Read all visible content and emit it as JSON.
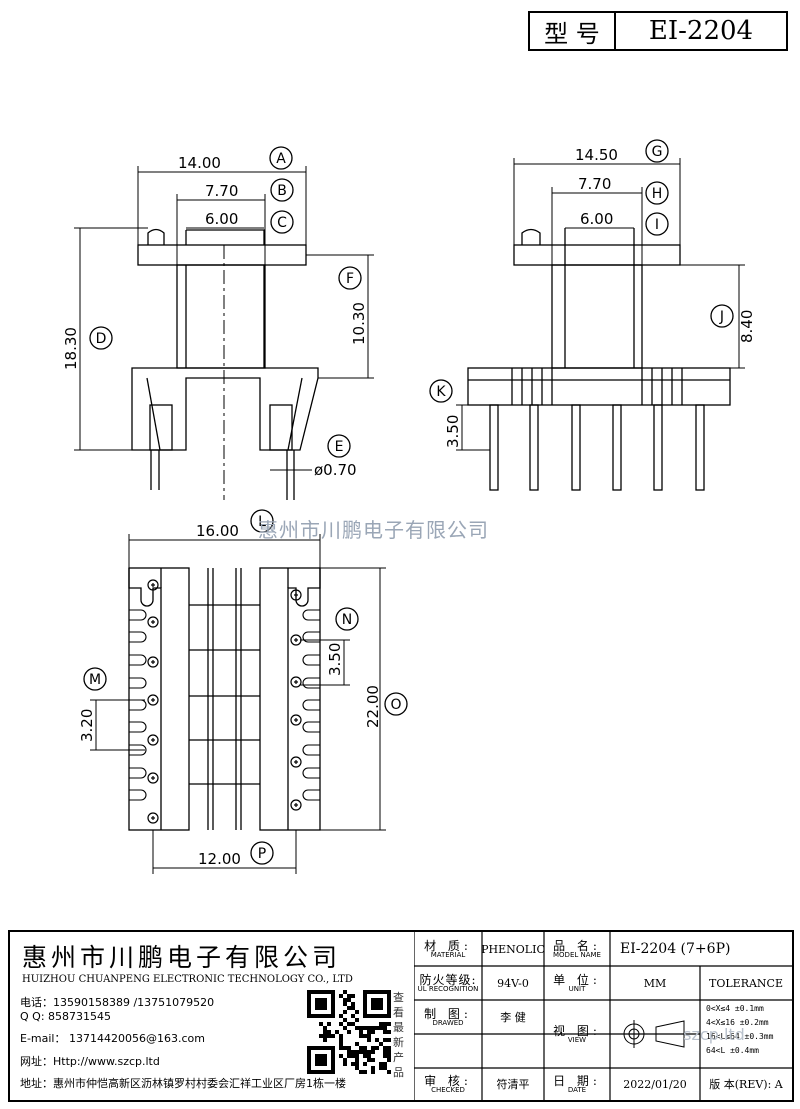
{
  "header": {
    "model_label": "型 号",
    "model_value": "EI-2204"
  },
  "watermark": "惠州市川鹏电子有限公司",
  "dimensions": {
    "A": "14.00",
    "B": "7.70",
    "C": "6.00",
    "D": "18.30",
    "E": "ø0.70",
    "F": "10.30",
    "G": "14.50",
    "H": "7.70",
    "I": "6.00",
    "J": "8.40",
    "K": "3.50",
    "L": "16.00",
    "M": "3.20",
    "N": "3.50",
    "O": "22.00",
    "P": "12.00"
  },
  "bubbles": [
    "A",
    "B",
    "C",
    "D",
    "E",
    "F",
    "G",
    "H",
    "I",
    "J",
    "K",
    "L",
    "M",
    "N",
    "O",
    "P"
  ],
  "company": {
    "cn_name": "惠州市川鹏电子有限公司",
    "en_name": "HUIZHOU CHUANPENG ELECTRONIC TECHNOLOGY CO., LTD",
    "phone": "电话：13590158389 /13751079520",
    "qq": "Q Q:  858731545",
    "email": "E-mail： 13714420056@163.com",
    "website": "网址：Http://www.szcp.ltd",
    "address": "地址：惠州市仲恺高新区沥林镇罗村村委会汇祥工业区厂房1栋一楼",
    "qr_text": "查看最新产品"
  },
  "title_block": {
    "material_label_cn": "材 质:",
    "material_label_en": "MATERIAL",
    "material_value": "PHENOLIC",
    "model_label_cn": "品 名:",
    "model_label_en": "MODEL NAME",
    "model_value": "EI-2204 (7+6P)",
    "flame_label_cn": "防火等级:",
    "flame_label_en": "UL RECOGNITION",
    "flame_value": "94V-0",
    "unit_label_cn": "单 位:",
    "unit_label_en": "UNIT",
    "unit_value": "MM",
    "tolerance_label": "TOLERANCE",
    "drawn_label_cn": "制 图:",
    "drawn_label_en": "DRAWED",
    "drawn_value": "李 健",
    "view_label_cn": "视 图:",
    "view_label_en": "VIEW",
    "checked_label_cn": "审 核:",
    "checked_label_en": "CHECKED",
    "checked_value": "符清平",
    "date_label_cn": "日 期:",
    "date_label_en": "DATE",
    "date_value": "2022/01/20",
    "rev_label": "版 本(REV): A",
    "tolerance_rows": [
      "0<X≤4   ±0.1mm",
      "4<X≤16  ±0.2mm",
      "16<L≤64 ±0.3mm",
      "64<L    ±0.4mm"
    ],
    "watermark_small": "szcp.ltd"
  }
}
